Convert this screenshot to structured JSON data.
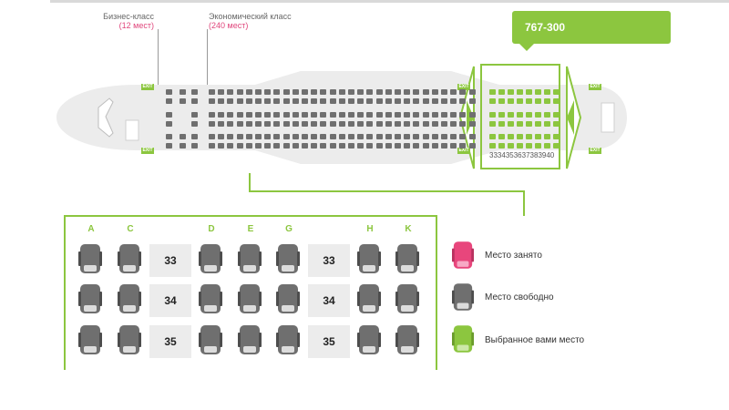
{
  "classes": {
    "business": {
      "name": "Бизнес-класс",
      "count": "(12 мест)"
    },
    "economy": {
      "name": "Экономический класс",
      "count": "(240 мест)"
    }
  },
  "aircraft": {
    "model": "767-300",
    "exit_label": "EXIT"
  },
  "visible_rows": [
    "33",
    "34",
    "35",
    "36",
    "37",
    "38",
    "39",
    "40"
  ],
  "seat_columns": [
    "A",
    "C",
    "D",
    "E",
    "G",
    "H",
    "K"
  ],
  "detail_rows": [
    "33",
    "34",
    "35"
  ],
  "legend": {
    "occupied": "Место занято",
    "free": "Место свободно",
    "selected": "Выбранное вами место"
  },
  "colors": {
    "accent": "#8cc63f",
    "occupied": "#e8467c",
    "free": "#6f6f6f",
    "selected": "#8cc63f"
  }
}
